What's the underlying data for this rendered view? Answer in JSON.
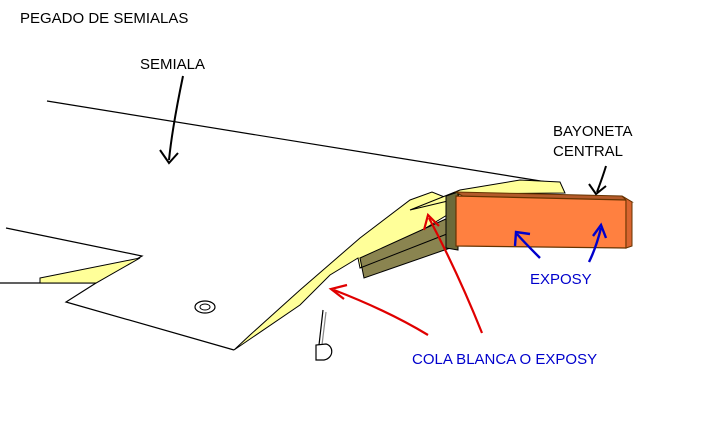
{
  "title": "PEGADO DE SEMIALAS",
  "labels": {
    "semiala": "SEMIALA",
    "bayoneta_line1": "BAYONETA",
    "bayoneta_line2": "CENTRAL",
    "exposy": "EXPOSY",
    "cola": "COLA BLANCA O EXPOSY"
  },
  "colors": {
    "outline": "#000000",
    "glue_fill": "#ffff99",
    "bayonet_fill": "#ff8040",
    "bayonet_edge": "#663300",
    "wall_fill": "#8a8450",
    "red_arrow": "#e00000",
    "blue_arrow": "#0000cc",
    "blue_text": "#0000cc"
  }
}
